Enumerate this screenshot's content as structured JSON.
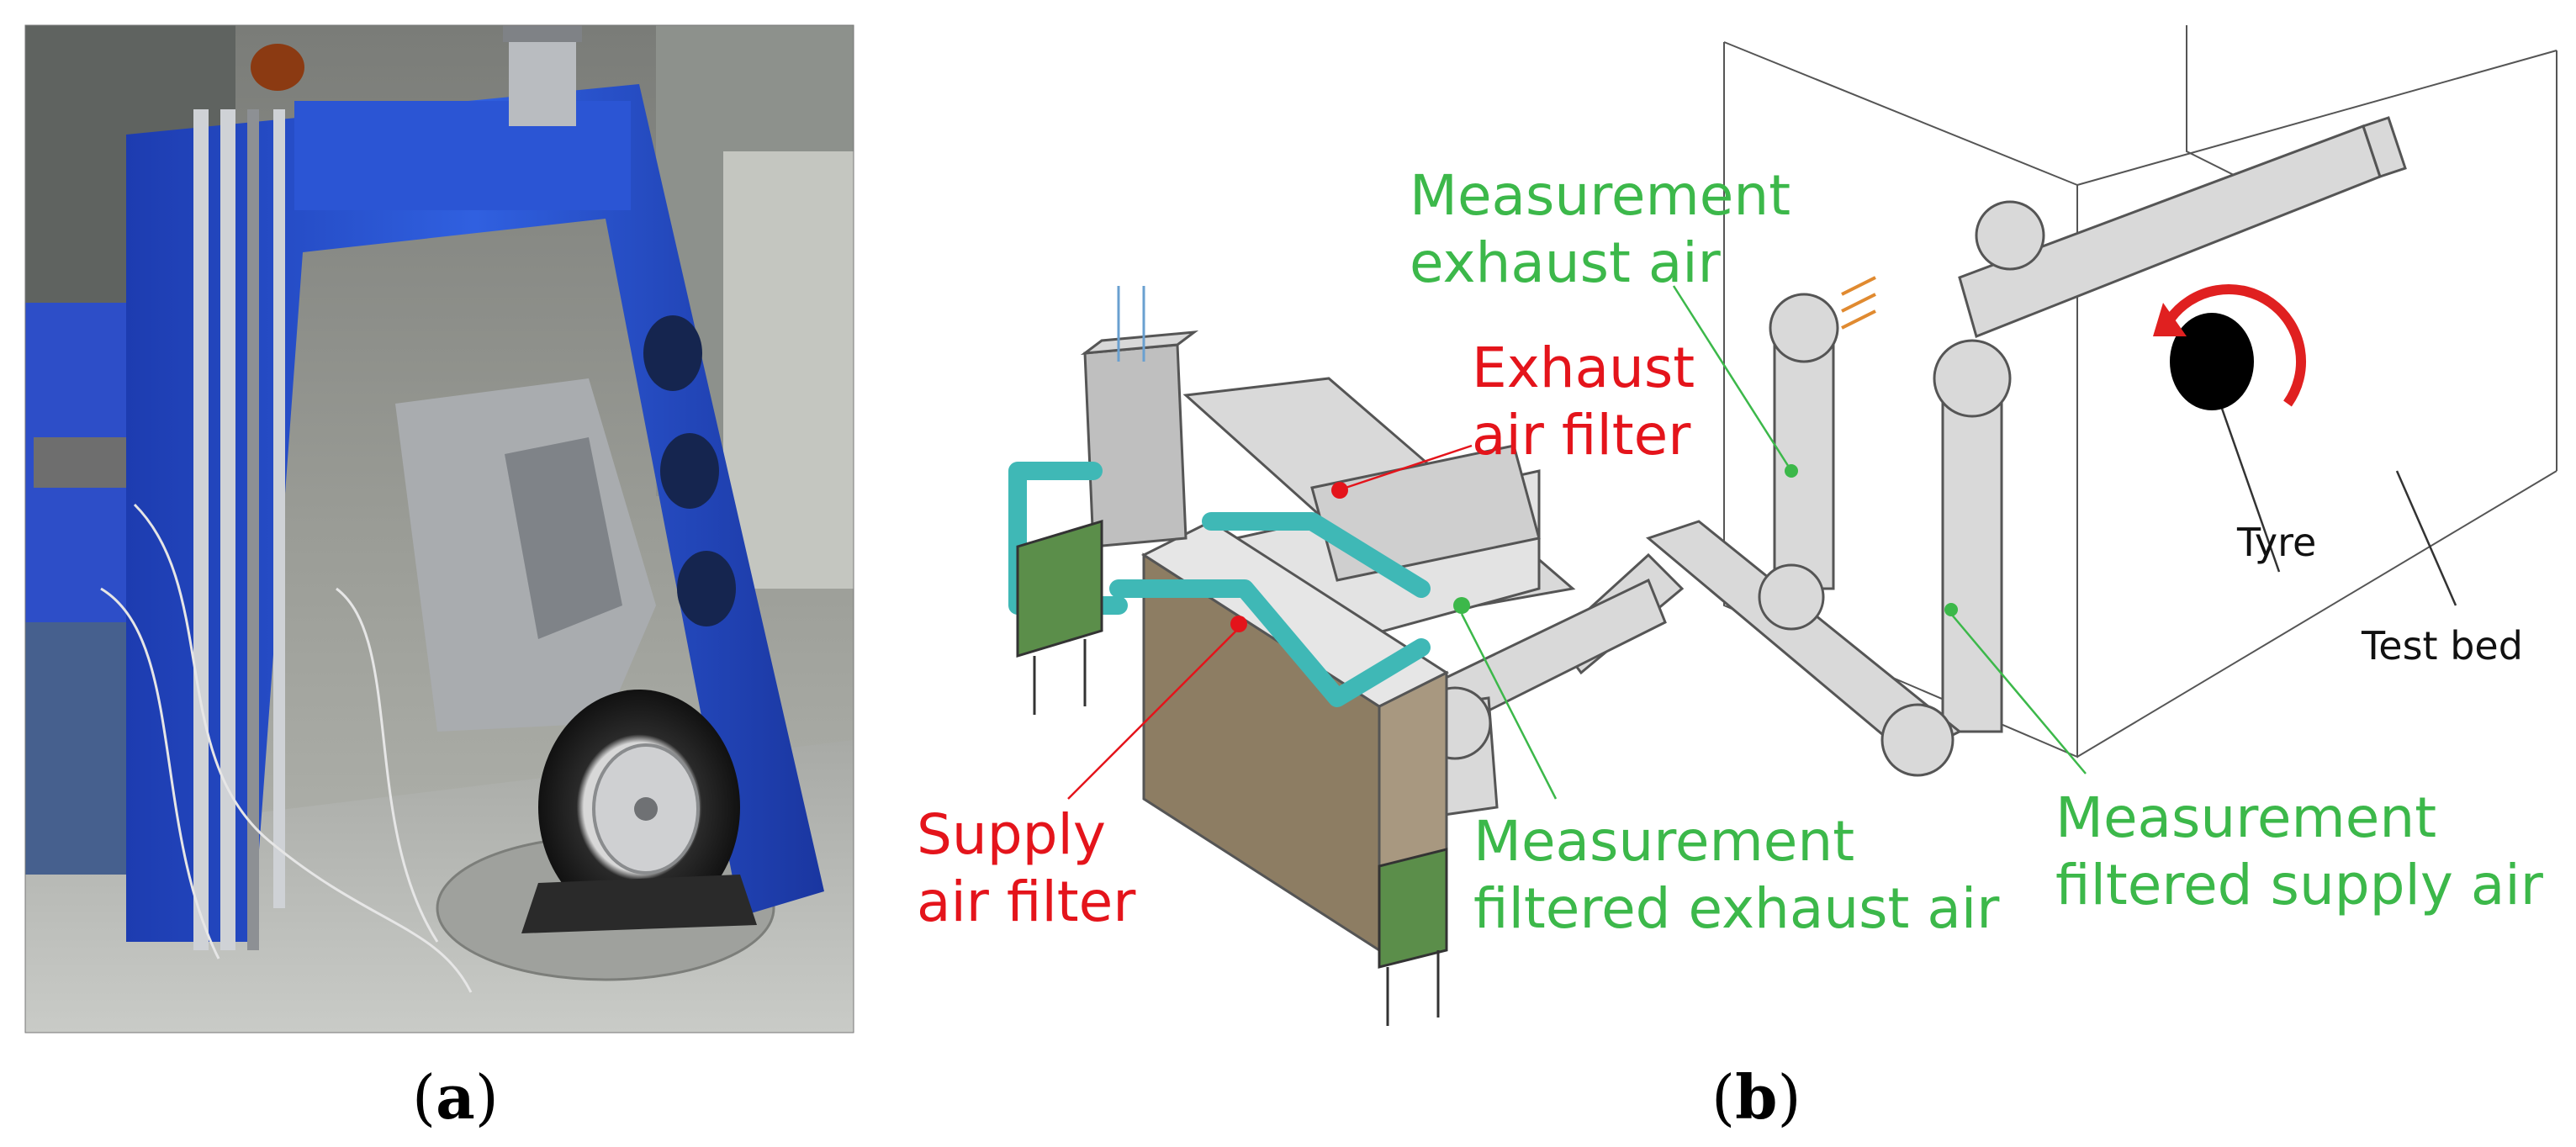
{
  "panels": {
    "a": {
      "caption_open": "(",
      "caption_letter": "a",
      "caption_close": ")"
    },
    "b": {
      "caption_open": "(",
      "caption_letter": "b",
      "caption_close": ")"
    }
  },
  "labels": {
    "measurement_exhaust_air": [
      "Measurement",
      "exhaust air"
    ],
    "exhaust_air_filter": [
      "Exhaust",
      "air filter"
    ],
    "supply_air_filter": [
      "Supply",
      "air filter"
    ],
    "measurement_filtered_exhaust_air": [
      "Measurement",
      "filtered exhaust air"
    ],
    "measurement_filtered_supply_air": [
      "Measurement",
      "filtered supply air"
    ],
    "tyre": "Tyre",
    "test_bed": "Test bed"
  },
  "colors": {
    "measurement_label": "#3cb84a",
    "filter_label": "#e4141b",
    "frame_blue": "#2a4fd0",
    "duct_grey": "#c8c8c8",
    "pipe_teal": "#3fb8b6",
    "filter_box_green": "#5b8e4a",
    "rotation_arrow": "#e02020"
  }
}
